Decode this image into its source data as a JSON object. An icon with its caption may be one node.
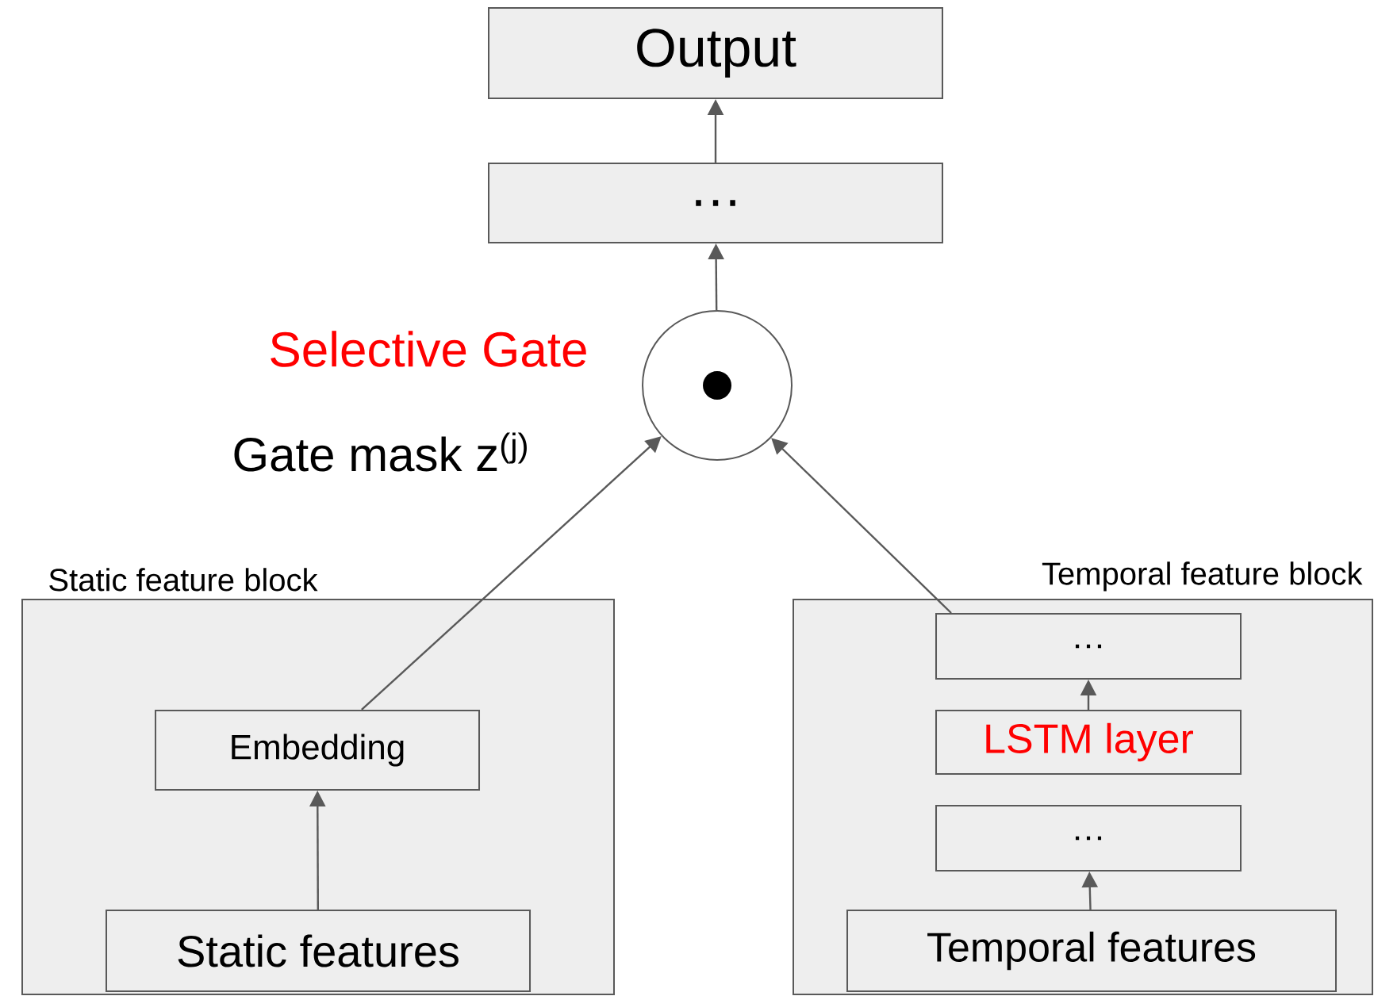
{
  "diagram": {
    "nodes": [
      {
        "text": [
          "Output"
        ]
      },
      {
        "text": [
          "…"
        ]
      },
      {
        "text": [],
        "shape": "circle"
      },
      {
        "text": [
          "Static feature block"
        ]
      },
      {
        "text": [
          "Embedding"
        ],
        "in": 3
      },
      {
        "text": [
          "Static features"
        ],
        "in": 3
      },
      {
        "text": [
          "Temporal feature block"
        ]
      },
      {
        "text": [
          "…"
        ],
        "in": 6
      },
      {
        "text": [
          "LSTM layer"
        ],
        "in": 6
      },
      {
        "text": [
          "…"
        ],
        "in": 6
      },
      {
        "text": [
          "Temporal  features"
        ],
        "in": 6
      }
    ],
    "edges": [
      {
        "from": 1,
        "to": 0,
        "arrow": "to"
      },
      {
        "from": 2,
        "to": 1,
        "arrow": "to"
      },
      {
        "from": 4,
        "to": 2,
        "arrow": "to"
      },
      {
        "from": 7,
        "to": 2,
        "arrow": "to"
      },
      {
        "from": 5,
        "to": 4,
        "arrow": "to"
      },
      {
        "from": 10,
        "to": 9,
        "arrow": "to"
      },
      {
        "from": 8,
        "to": 7,
        "arrow": "to"
      }
    ],
    "labels": [
      "Selective Gate",
      "Gate mask z$^{(j)}$"
    ]
  }
}
